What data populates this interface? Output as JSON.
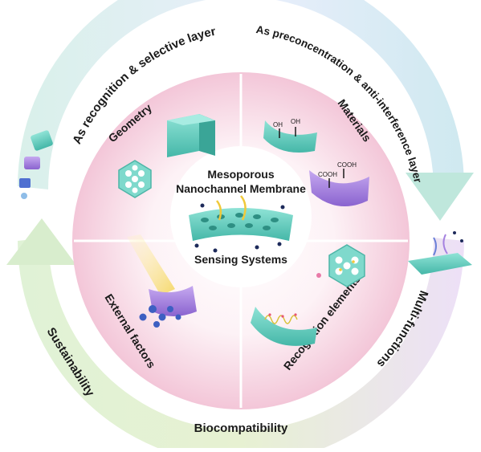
{
  "outer_ring": {
    "top_left": "As recognition & selective layer",
    "top_right": "As preconcentration & anti-interference layer",
    "bottom_right": "Multi-functions",
    "bottom": "Biocompatibility",
    "bottom_left": "Sustainability"
  },
  "center": {
    "title_line1": "Mesoporous",
    "title_line2": "Nanochannel Membrane",
    "subtitle": "Sensing Systems"
  },
  "quadrants": {
    "top_left": "Geometry",
    "top_right": "Materials",
    "bottom_right": "Recognition elements",
    "bottom_left": "External factors"
  },
  "chemistry": {
    "oh1": "OH",
    "oh2": "OH",
    "cooh1": "COOH",
    "cooh2": "COOH"
  },
  "colors": {
    "teal": "#6fd1c4",
    "purple": "#a582e0",
    "ring_purple": "#e9def6",
    "ring_green": "#dcefd6",
    "ring_mint": "#d7f1ec",
    "inner_pink": "#f7d7e3"
  }
}
